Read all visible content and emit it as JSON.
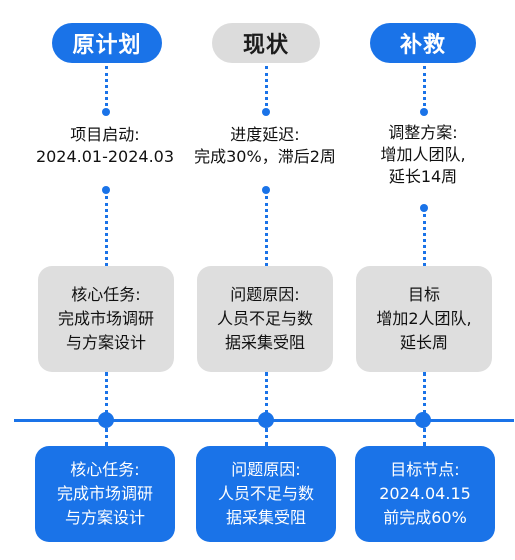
{
  "headers": {
    "plan": "原计划",
    "status": "现状",
    "remedy": "补救"
  },
  "plan": {
    "text": [
      "项目启动:",
      "2024.01-2024.03"
    ],
    "gray_box": [
      "核心任务:",
      "完成市场调研",
      "与方案设计"
    ],
    "blue_box": [
      "核心任务:",
      "完成市场调研",
      "与方案设计"
    ]
  },
  "status": {
    "text": [
      "进度延迟:",
      "完成30%，滞后2周"
    ],
    "gray_box": [
      "问题原因:",
      "人员不足与数",
      "据采集受阻"
    ],
    "blue_box": [
      "问题原因:",
      "人员不足与数",
      "据采集受阻"
    ]
  },
  "remedy": {
    "text": [
      "调整方案:",
      "增加人团队,",
      "延长14周"
    ],
    "gray_box": [
      "目标",
      "增加2人团队,",
      "延长周"
    ],
    "blue_box": [
      "目标节点:",
      "2024.04.15",
      "前完成60%"
    ]
  },
  "colors": {
    "accent": "#1a73e8",
    "gray": "#dcdcdc"
  }
}
